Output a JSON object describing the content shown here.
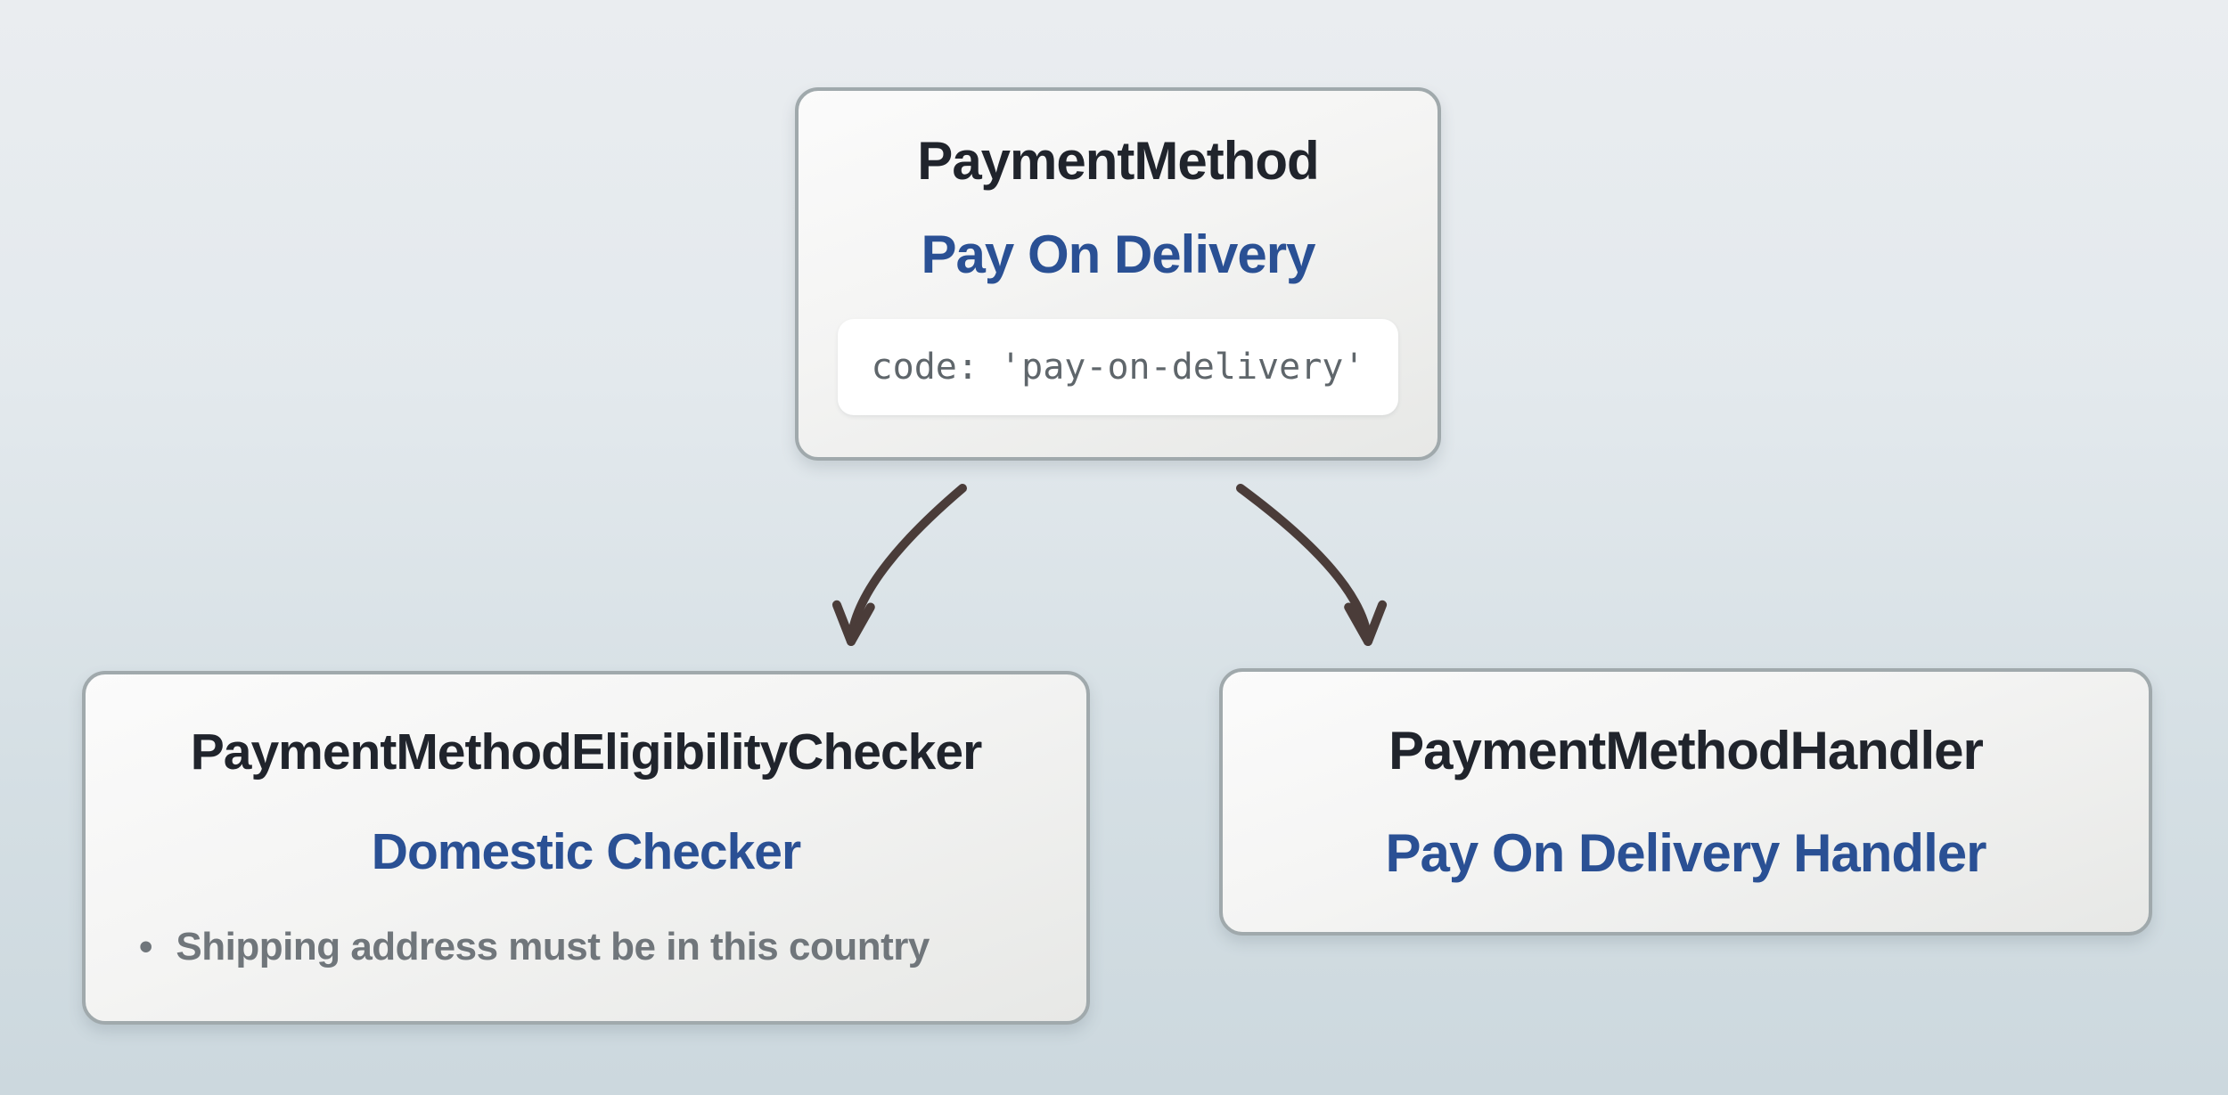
{
  "diagram": {
    "kind": "payment-method-strategy-diagram",
    "nodes": {
      "payment_method": {
        "title": "PaymentMethod",
        "subtitle": "Pay On Delivery",
        "code": "code: 'pay-on-delivery'"
      },
      "eligibility_checker": {
        "title": "PaymentMethodEligibilityChecker",
        "subtitle": "Domestic Checker",
        "bullets": [
          "Shipping address must be in this country"
        ]
      },
      "handler": {
        "title": "PaymentMethodHandler",
        "subtitle": "Pay On Delivery Handler"
      }
    },
    "edges": [
      {
        "from": "payment_method",
        "to": "eligibility_checker"
      },
      {
        "from": "payment_method",
        "to": "handler"
      }
    ]
  },
  "glyphs": {
    "bullet": "•"
  },
  "colors": {
    "background_top": "#eaedf0",
    "background_bottom": "#ccd8de",
    "node_border": "#a0a9ac",
    "node_fill_light": "#fbfbfb",
    "node_fill_dark": "#e7e8e6",
    "title_text": "#20242c",
    "accent_blue": "#2a5094",
    "code_text": "#5f666b",
    "muted_text": "#70767b",
    "chip_background": "#ffffff",
    "arrow": "#4a3c39"
  }
}
